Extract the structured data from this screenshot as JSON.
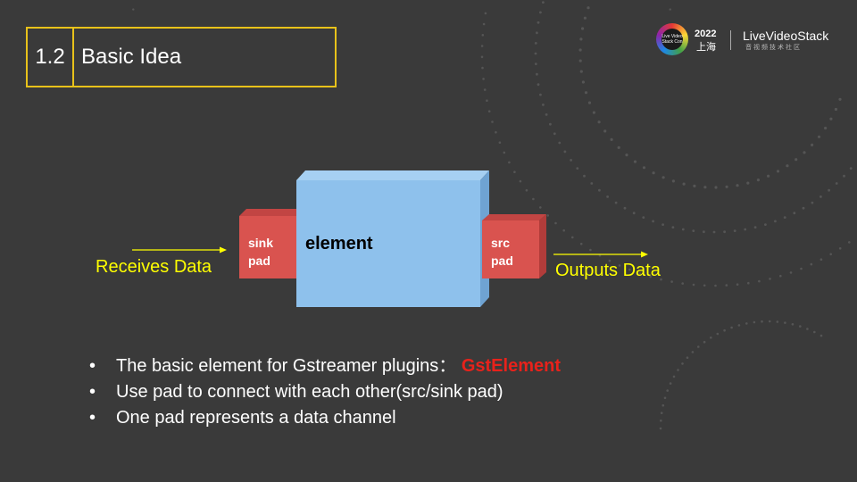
{
  "slide": {
    "section_number": "1.2",
    "title": "Basic Idea"
  },
  "logo": {
    "badge_text": [
      "Live Video",
      "Stack Con"
    ],
    "year": "2022",
    "city": "上海",
    "brand": "LiveVideoStack",
    "subtitle": "音视频技术社区"
  },
  "diagram": {
    "element_label": "element",
    "sink_pad": [
      "sink",
      "pad"
    ],
    "src_pad": [
      "src",
      "pad"
    ],
    "input_label": "Receives Data",
    "output_label": "Outputs Data"
  },
  "bullets": {
    "item1_text": "The basic element for Gstreamer plugins：",
    "item1_highlight": "GstElement",
    "item2_text": "Use pad to connect with each other(src/sink pad)",
    "item3_text": "One pad represents a data channel"
  },
  "colors": {
    "accent": "#e8c21a",
    "element_front": "#8ec1ec",
    "pad_red": "#d9534f",
    "highlight_red": "#e8221b",
    "flow_yellow": "#ffff00"
  }
}
